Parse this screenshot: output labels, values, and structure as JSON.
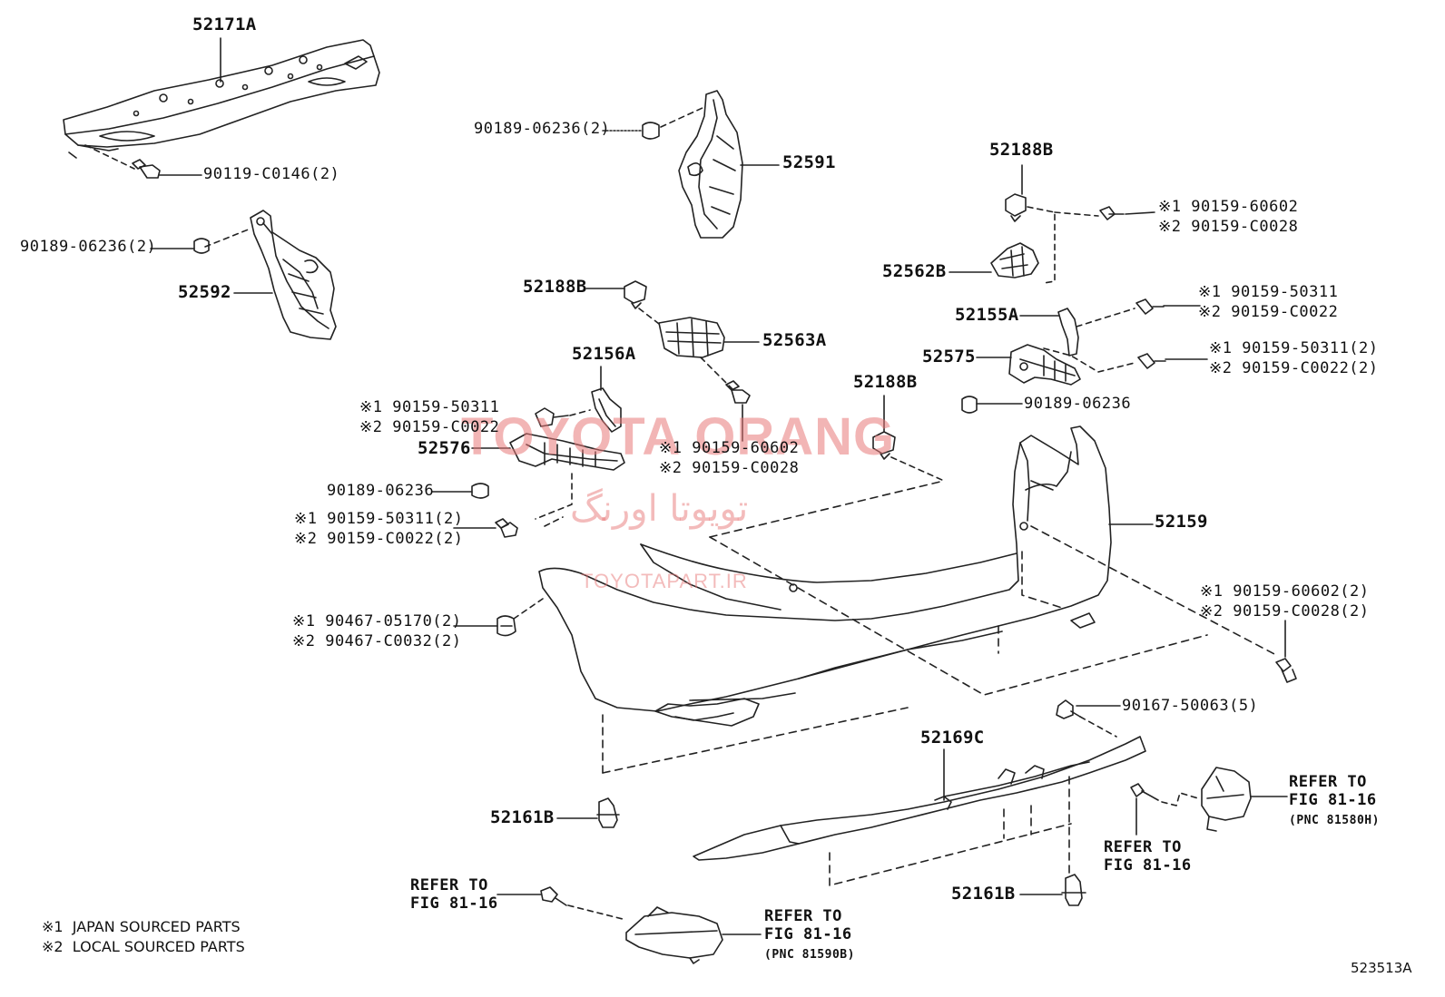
{
  "parts": {
    "p52171A": "52171A",
    "p90119": "90119-C0146(2)",
    "p90189_a": "90189-06236(2)",
    "p52592": "52592",
    "p90189_b": "90189-06236(2)",
    "p52591": "52591",
    "p52188B_a": "52188B",
    "p52563A": "52563A",
    "p52156A": "52156A",
    "p52576": "52576",
    "p90189_c": "90189-06236",
    "p52188B_b": "52188B",
    "p52188B_c": "52188B",
    "p52562B": "52562B",
    "p52155A": "52155A",
    "p52575": "52575",
    "p90189_d": "90189-06236",
    "p52159": "52159",
    "p90167": "90167-50063(5)",
    "p52169C": "52169C",
    "p52161B_a": "52161B",
    "p52161B_b": "52161B"
  },
  "fasteners": {
    "f_a1": "※1 90159-50311",
    "f_a2": "※2 90159-C0022",
    "f_b1": "※1 90159-60602",
    "f_b2": "※2 90159-C0028",
    "f_c1": "※1 90159-50311(2)",
    "f_c2": "※2 90159-C0022(2)",
    "f_d1": "※1 90467-05170(2)",
    "f_d2": "※2 90467-C0032(2)",
    "f_e1": "※1 90159-60602",
    "f_e2": "※2 90159-C0028",
    "f_f1": "※1 90159-50311",
    "f_f2": "※2 90159-C0022",
    "f_g1": "※1 90159-50311(2)",
    "f_g2": "※2 90159-C0022(2)",
    "f_h1": "※1 90159-60602(2)",
    "f_h2": "※2 90159-C0028(2)"
  },
  "refs": {
    "r1_a": "REFER TO",
    "r1_b": "FIG 81-16",
    "r1_c": "(PNC 81580H)",
    "r2_a": "REFER TO",
    "r2_b": "FIG 81-16",
    "r3_a": "REFER TO",
    "r3_b": "FIG 81-16",
    "r4_a": "REFER TO",
    "r4_b": "FIG 81-16",
    "r4_c": "(PNC 81590B)"
  },
  "notes": {
    "n1": "※1  JAPAN SOURCED PARTS",
    "n2": "※2  LOCAL SOURCED PARTS"
  },
  "diagram_code": "523513A",
  "watermark": {
    "main": "TOYOTA ORANG",
    "persian": "تویوتا اورنگ",
    "url": "TOYOTAPART.IR"
  },
  "colors": {
    "line": "#222222",
    "watermark": "#e87878"
  }
}
